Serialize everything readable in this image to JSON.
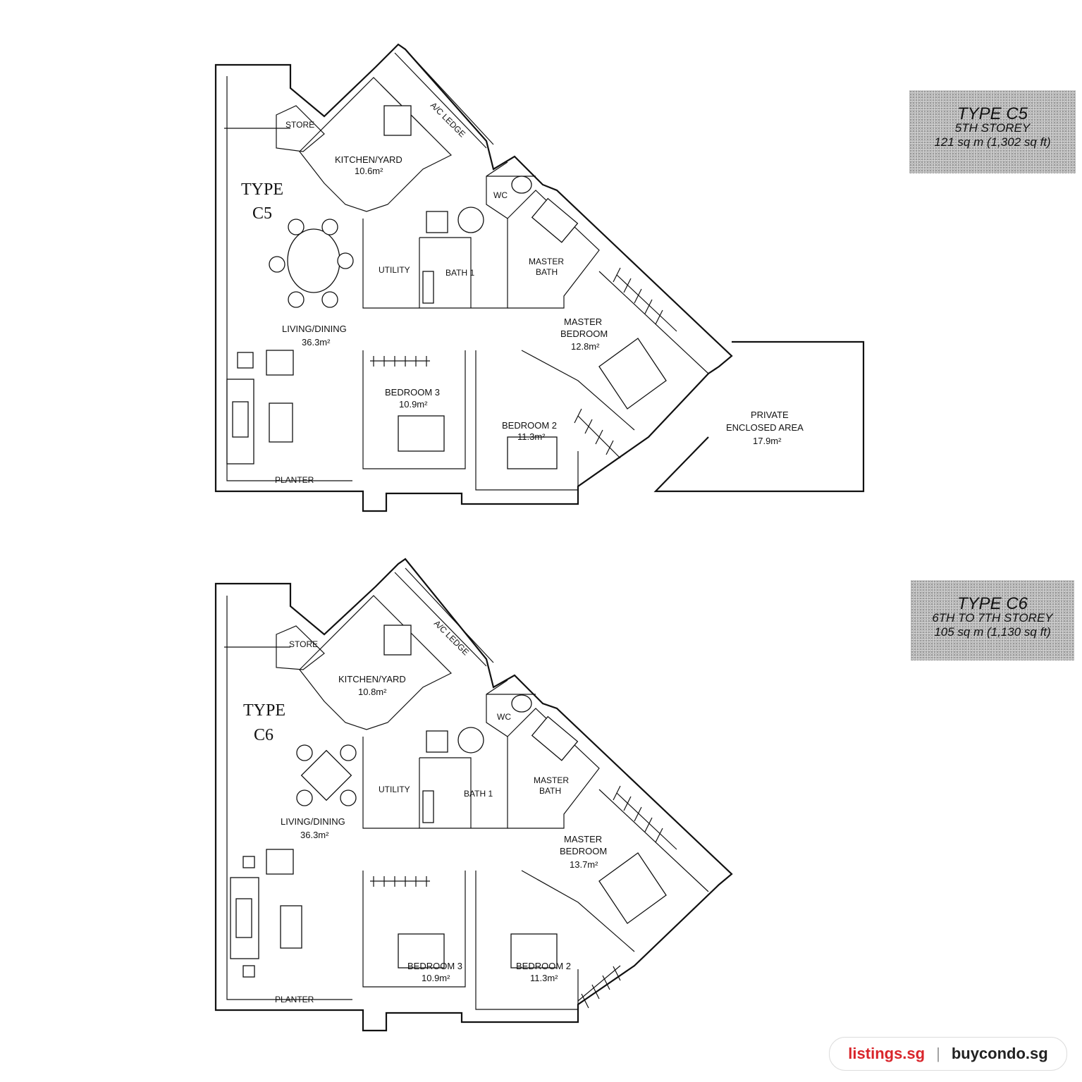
{
  "plans": [
    {
      "type_label_line1": "TYPE",
      "type_label_line2": "C5",
      "rooms": {
        "store": "STORE",
        "ac_ledge": "A/C LEDGE",
        "kitchen": "KITCHEN/YARD",
        "kitchen_area": "10.6m²",
        "wc": "WC",
        "utility": "UTILITY",
        "bath1": "BATH 1",
        "master_bath_1": "MASTER",
        "master_bath_2": "BATH",
        "living": "LIVING/DINING",
        "living_area": "36.3m²",
        "master_bed_1": "MASTER",
        "master_bed_2": "BEDROOM",
        "master_bed_area": "12.8m²",
        "bedroom3": "BEDROOM 3",
        "bedroom3_area": "10.9m²",
        "bedroom2": "BEDROOM 2",
        "bedroom2_area": "11.3m²",
        "planter": "PLANTER",
        "pea_1": "PRIVATE",
        "pea_2": "ENCLOSED AREA",
        "pea_area": "17.9m²"
      },
      "tag": {
        "title": "TYPE C5",
        "storey": "5TH STOREY",
        "area": "121 sq m (1,302 sq ft)"
      }
    },
    {
      "type_label_line1": "TYPE",
      "type_label_line2": "C6",
      "rooms": {
        "store": "STORE",
        "ac_ledge": "A/C LEDGE",
        "kitchen": "KITCHEN/YARD",
        "kitchen_area": "10.8m²",
        "wc": "WC",
        "utility": "UTILITY",
        "bath1": "BATH 1",
        "master_bath_1": "MASTER",
        "master_bath_2": "BATH",
        "living": "LIVING/DINING",
        "living_area": "36.3m²",
        "master_bed_1": "MASTER",
        "master_bed_2": "BEDROOM",
        "master_bed_area": "13.7m²",
        "bedroom3": "BEDROOM 3",
        "bedroom3_area": "10.9m²",
        "bedroom2": "BEDROOM 2",
        "bedroom2_area": "11.3m²",
        "planter": "PLANTER"
      },
      "tag": {
        "title": "TYPE C6",
        "storey": "6TH TO 7TH  STOREY",
        "area": "105 sq m (1,130 sq ft)"
      }
    }
  ],
  "brand": {
    "left": "listings.sg",
    "sep": "|",
    "right": "buycondo.sg"
  },
  "colors": {
    "brand_red": "#d9252b",
    "tag_gray": "#b8b8b8"
  }
}
